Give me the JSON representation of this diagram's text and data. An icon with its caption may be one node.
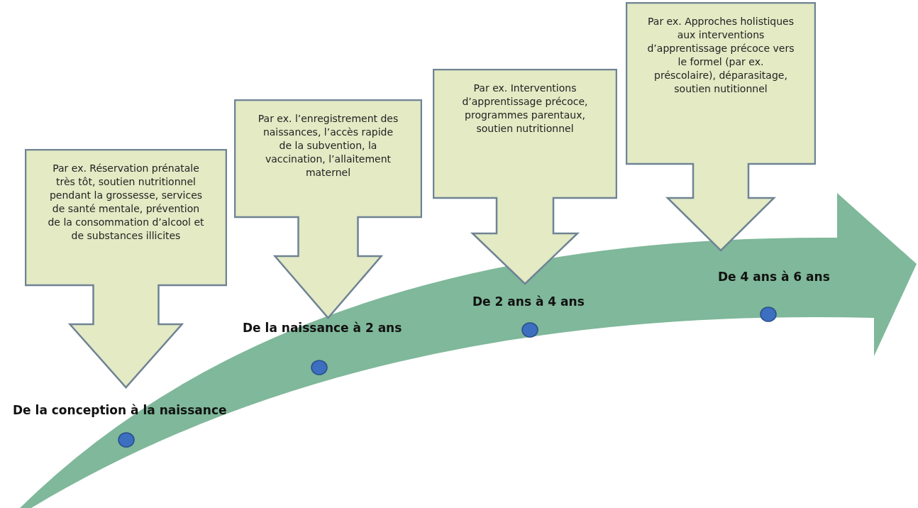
{
  "diagram": {
    "nodes": [
      {
        "text": [
          "Par ex. Réservation prénatale très tôt, soutien nutritionnel pendant la grossesse, services de santé mentale, prévention de la consommation d’alcool et de substances illicites"
        ]
      },
      {
        "text": [
          "Par ex. l’enregistrement des naissances, l’accès rapide de la subvention, la vaccination, l’allaitement maternel"
        ]
      },
      {
        "text": [
          "Par ex. Interventions d’apprentissage précoce, programmes parentaux, soutien nutritionnel"
        ]
      },
      {
        "text": [
          "Par ex. Approches holistiques aux interventions d’apprentissage précoce vers le formel (par ex. préscolaire), déparasitage, soutien nutitionnel"
        ]
      }
    ],
    "labels": [
      "De la conception à la naissance",
      "De la naissance à 2 ans",
      "De 2 ans à 4 ans",
      "De 4 ans à 6 ans"
    ]
  }
}
